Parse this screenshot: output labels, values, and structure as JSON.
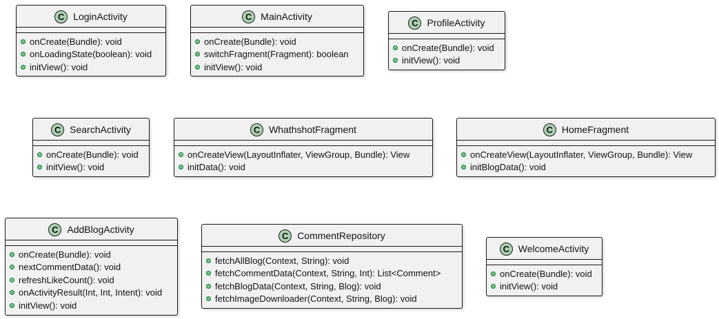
{
  "classes": [
    {
      "name": "LoginActivity",
      "stereotype": "C",
      "methods": [
        "onCreate(Bundle): void",
        "onLoadingState(boolean): void",
        "initView(): void"
      ]
    },
    {
      "name": "MainActivity",
      "stereotype": "C",
      "methods": [
        "onCreate(Bundle): void",
        "switchFragment(Fragment): boolean",
        "initView(): void"
      ]
    },
    {
      "name": "ProfileActivity",
      "stereotype": "C",
      "methods": [
        "onCreate(Bundle): void",
        "initView(): void"
      ]
    },
    {
      "name": "SearchActivity",
      "stereotype": "C",
      "methods": [
        "onCreate(Bundle): void",
        "initView(): void"
      ]
    },
    {
      "name": "WhathshotFragment",
      "stereotype": "C",
      "methods": [
        "onCreateView(LayoutInflater, ViewGroup, Bundle): View",
        "initData(): void"
      ]
    },
    {
      "name": "HomeFragment",
      "stereotype": "C",
      "methods": [
        "onCreateView(LayoutInflater, ViewGroup, Bundle): View",
        "initBlogData(): void"
      ]
    },
    {
      "name": "AddBlogActivity",
      "stereotype": "C",
      "methods": [
        "onCreate(Bundle): void",
        "nextCommentData(): void",
        "refreshLikeCount(): void",
        "onActivityResult(Int, Int, Intent): void",
        "initView(): void"
      ]
    },
    {
      "name": "CommentRepository",
      "stereotype": "C",
      "methods": [
        "fetchAllBlog(Context, String): void",
        "fetchCommentData(Context, String, Int): List<Comment>",
        "fetchBlogData(Context, String, Blog): void",
        "fetchImageDownloader(Context, String, Blog): void"
      ]
    },
    {
      "name": "WelcomeActivity",
      "stereotype": "C",
      "methods": [
        "onCreate(Bundle): void",
        "initView(): void"
      ]
    }
  ]
}
